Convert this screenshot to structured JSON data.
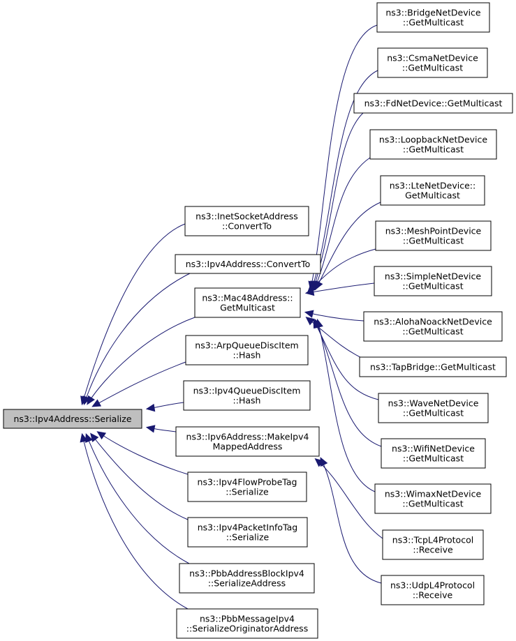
{
  "graph": {
    "nodes": [
      {
        "id": "root",
        "lines": [
          "ns3::Ipv4Address::Serialize"
        ],
        "root": true
      },
      {
        "id": "inet-convertto",
        "lines": [
          "ns3::InetSocketAddress",
          "::ConvertTo"
        ]
      },
      {
        "id": "ipv4-convertto",
        "lines": [
          "ns3::Ipv4Address::ConvertTo"
        ]
      },
      {
        "id": "mac48-getmulticast",
        "lines": [
          "ns3::Mac48Address::",
          "GetMulticast"
        ]
      },
      {
        "id": "arp-hash",
        "lines": [
          "ns3::ArpQueueDiscItem",
          "::Hash"
        ]
      },
      {
        "id": "ipv4queue-hash",
        "lines": [
          "ns3::Ipv4QueueDiscItem",
          "::Hash"
        ]
      },
      {
        "id": "ipv6-makeipv4",
        "lines": [
          "ns3::Ipv6Address::MakeIpv4",
          "MappedAddress"
        ]
      },
      {
        "id": "flowprobe-serialize",
        "lines": [
          "ns3::Ipv4FlowProbeTag",
          "::Serialize"
        ]
      },
      {
        "id": "packetinfo-serialize",
        "lines": [
          "ns3::Ipv4PacketInfoTag",
          "::Serialize"
        ]
      },
      {
        "id": "pbbblock-serialize",
        "lines": [
          "ns3::PbbAddressBlockIpv4",
          "::SerializeAddress"
        ]
      },
      {
        "id": "pbbmsg-serialize",
        "lines": [
          "ns3::PbbMessageIpv4",
          "::SerializeOriginatorAddress"
        ]
      },
      {
        "id": "bridge",
        "lines": [
          "ns3::BridgeNetDevice",
          "::GetMulticast"
        ]
      },
      {
        "id": "csma",
        "lines": [
          "ns3::CsmaNetDevice",
          "::GetMulticast"
        ]
      },
      {
        "id": "fd",
        "lines": [
          "ns3::FdNetDevice::GetMulticast"
        ]
      },
      {
        "id": "loopback",
        "lines": [
          "ns3::LoopbackNetDevice",
          "::GetMulticast"
        ]
      },
      {
        "id": "lte",
        "lines": [
          "ns3::LteNetDevice::",
          "GetMulticast"
        ]
      },
      {
        "id": "meshpoint",
        "lines": [
          "ns3::MeshPointDevice",
          "::GetMulticast"
        ]
      },
      {
        "id": "simple",
        "lines": [
          "ns3::SimpleNetDevice",
          "::GetMulticast"
        ]
      },
      {
        "id": "aloha",
        "lines": [
          "ns3::AlohaNoackNetDevice",
          "::GetMulticast"
        ]
      },
      {
        "id": "tapbridge",
        "lines": [
          "ns3::TapBridge::GetMulticast"
        ]
      },
      {
        "id": "wave",
        "lines": [
          "ns3::WaveNetDevice",
          "::GetMulticast"
        ]
      },
      {
        "id": "wifi",
        "lines": [
          "ns3::WifiNetDevice",
          "::GetMulticast"
        ]
      },
      {
        "id": "wimax",
        "lines": [
          "ns3::WimaxNetDevice",
          "::GetMulticast"
        ]
      },
      {
        "id": "tcp",
        "lines": [
          "ns3::TcpL4Protocol",
          "::Receive"
        ]
      },
      {
        "id": "udp",
        "lines": [
          "ns3::UdpL4Protocol",
          "::Receive"
        ]
      }
    ],
    "edges": [
      {
        "from": "inet-convertto",
        "to": "root"
      },
      {
        "from": "ipv4-convertto",
        "to": "root"
      },
      {
        "from": "mac48-getmulticast",
        "to": "root"
      },
      {
        "from": "arp-hash",
        "to": "root"
      },
      {
        "from": "ipv4queue-hash",
        "to": "root"
      },
      {
        "from": "ipv6-makeipv4",
        "to": "root"
      },
      {
        "from": "flowprobe-serialize",
        "to": "root"
      },
      {
        "from": "packetinfo-serialize",
        "to": "root"
      },
      {
        "from": "pbbblock-serialize",
        "to": "root"
      },
      {
        "from": "pbbmsg-serialize",
        "to": "root"
      },
      {
        "from": "bridge",
        "to": "mac48-getmulticast"
      },
      {
        "from": "csma",
        "to": "mac48-getmulticast"
      },
      {
        "from": "fd",
        "to": "mac48-getmulticast"
      },
      {
        "from": "loopback",
        "to": "mac48-getmulticast"
      },
      {
        "from": "lte",
        "to": "mac48-getmulticast"
      },
      {
        "from": "meshpoint",
        "to": "mac48-getmulticast"
      },
      {
        "from": "simple",
        "to": "mac48-getmulticast"
      },
      {
        "from": "aloha",
        "to": "mac48-getmulticast"
      },
      {
        "from": "tapbridge",
        "to": "mac48-getmulticast"
      },
      {
        "from": "wave",
        "to": "mac48-getmulticast"
      },
      {
        "from": "wifi",
        "to": "mac48-getmulticast"
      },
      {
        "from": "wimax",
        "to": "mac48-getmulticast"
      },
      {
        "from": "tcp",
        "to": "ipv6-makeipv4"
      },
      {
        "from": "udp",
        "to": "ipv6-makeipv4"
      }
    ],
    "colors": {
      "edge": "#191970",
      "root_fill": "#bfbfbf",
      "node_fill": "#ffffff",
      "border": "#000000"
    }
  }
}
